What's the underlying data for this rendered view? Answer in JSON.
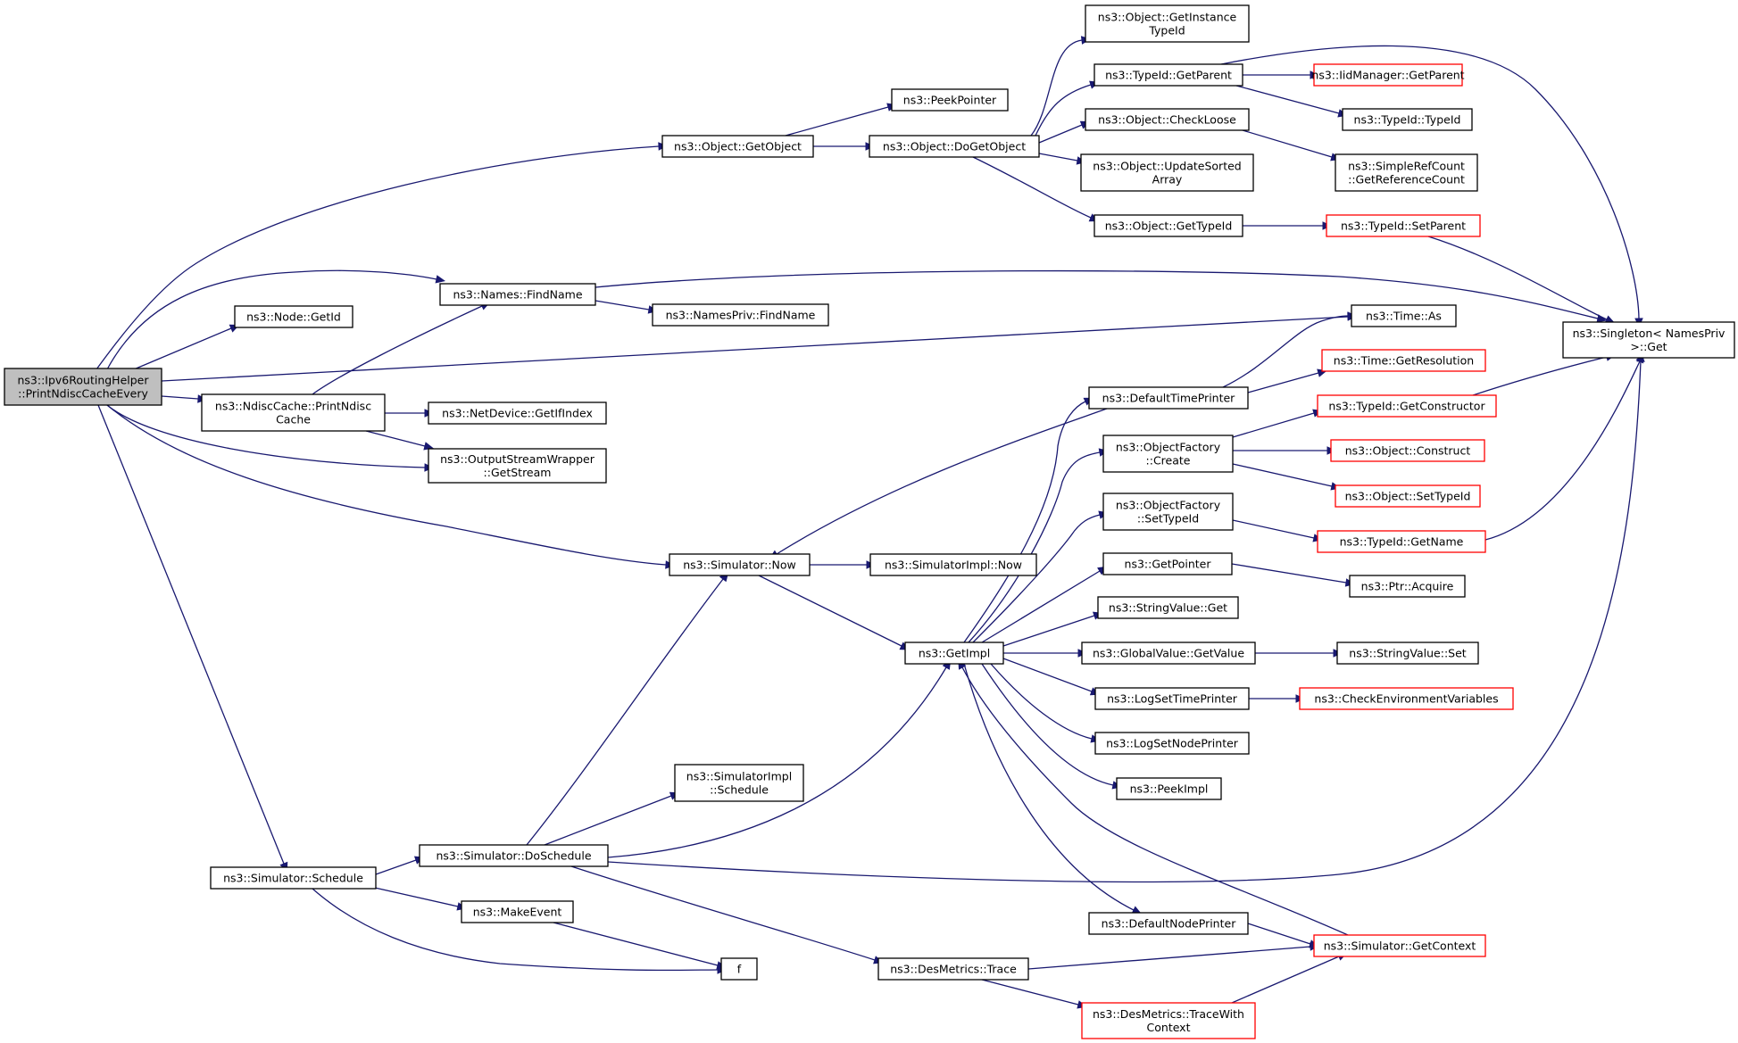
{
  "diagram": {
    "type": "call-graph",
    "colors": {
      "edge": "#191970",
      "node_border": "#000000",
      "truncated_border": "#ff0000",
      "root_fill": "#bfbfbf"
    },
    "nodes": [
      {
        "id": "root",
        "lines": [
          "ns3::Ipv6RoutingHelper",
          "::PrintNdiscCacheEvery"
        ],
        "style": "root"
      },
      {
        "id": "getobject",
        "lines": [
          "ns3::Object::GetObject"
        ]
      },
      {
        "id": "peekpointer",
        "lines": [
          "ns3::PeekPointer"
        ]
      },
      {
        "id": "dogetobject",
        "lines": [
          "ns3::Object::DoGetObject"
        ]
      },
      {
        "id": "getinstancetypeid",
        "lines": [
          "ns3::Object::GetInstance",
          "TypeId"
        ]
      },
      {
        "id": "typeid_getparent",
        "lines": [
          "ns3::TypeId::GetParent"
        ]
      },
      {
        "id": "iidmanager_getparent",
        "lines": [
          "ns3::IidManager::GetParent"
        ],
        "style": "truncated"
      },
      {
        "id": "typeid_typeid",
        "lines": [
          "ns3::TypeId::TypeId"
        ]
      },
      {
        "id": "checkloose",
        "lines": [
          "ns3::Object::CheckLoose"
        ]
      },
      {
        "id": "simplerefcount",
        "lines": [
          "ns3::SimpleRefCount",
          "::GetReferenceCount"
        ]
      },
      {
        "id": "updatesortedarray",
        "lines": [
          "ns3::Object::UpdateSorted",
          "Array"
        ]
      },
      {
        "id": "object_gettypeid",
        "lines": [
          "ns3::Object::GetTypeId"
        ]
      },
      {
        "id": "typeid_setparent",
        "lines": [
          "ns3::TypeId::SetParent"
        ],
        "style": "truncated"
      },
      {
        "id": "singleton_get",
        "lines": [
          "ns3::Singleton< NamesPriv",
          " >::Get"
        ]
      },
      {
        "id": "names_findname",
        "lines": [
          "ns3::Names::FindName"
        ]
      },
      {
        "id": "namespriv_findname",
        "lines": [
          "ns3::NamesPriv::FindName"
        ]
      },
      {
        "id": "node_getid",
        "lines": [
          "ns3::Node::GetId"
        ]
      },
      {
        "id": "time_as",
        "lines": [
          "ns3::Time::As"
        ]
      },
      {
        "id": "time_getresolution",
        "lines": [
          "ns3::Time::GetResolution"
        ],
        "style": "truncated"
      },
      {
        "id": "ndisccache_print",
        "lines": [
          "ns3::NdiscCache::PrintNdisc",
          "Cache"
        ]
      },
      {
        "id": "netdevice_getifindex",
        "lines": [
          "ns3::NetDevice::GetIfIndex"
        ]
      },
      {
        "id": "outputstream_getstream",
        "lines": [
          "ns3::OutputStreamWrapper",
          "::GetStream"
        ]
      },
      {
        "id": "defaulttimeprinter",
        "lines": [
          "ns3::DefaultTimePrinter"
        ]
      },
      {
        "id": "typeid_getconstructor",
        "lines": [
          "ns3::TypeId::GetConstructor"
        ],
        "style": "truncated"
      },
      {
        "id": "objectfactory_create",
        "lines": [
          "ns3::ObjectFactory",
          "::Create"
        ]
      },
      {
        "id": "object_construct",
        "lines": [
          "ns3::Object::Construct"
        ],
        "style": "truncated"
      },
      {
        "id": "object_settypeid",
        "lines": [
          "ns3::Object::SetTypeId"
        ],
        "style": "truncated"
      },
      {
        "id": "objectfactory_settypeid",
        "lines": [
          "ns3::ObjectFactory",
          "::SetTypeId"
        ]
      },
      {
        "id": "typeid_getname",
        "lines": [
          "ns3::TypeId::GetName"
        ],
        "style": "truncated"
      },
      {
        "id": "simulator_now",
        "lines": [
          "ns3::Simulator::Now"
        ]
      },
      {
        "id": "simulatorimpl_now",
        "lines": [
          "ns3::SimulatorImpl::Now"
        ]
      },
      {
        "id": "getpointer",
        "lines": [
          "ns3::GetPointer"
        ]
      },
      {
        "id": "ptr_acquire",
        "lines": [
          "ns3::Ptr::Acquire"
        ]
      },
      {
        "id": "stringvalue_get",
        "lines": [
          "ns3::StringValue::Get"
        ]
      },
      {
        "id": "getimpl",
        "lines": [
          "ns3::GetImpl"
        ]
      },
      {
        "id": "globalvalue_getvalue",
        "lines": [
          "ns3::GlobalValue::GetValue"
        ]
      },
      {
        "id": "stringvalue_set",
        "lines": [
          "ns3::StringValue::Set"
        ]
      },
      {
        "id": "logsettimeprinter",
        "lines": [
          "ns3::LogSetTimePrinter"
        ]
      },
      {
        "id": "checkenvvars",
        "lines": [
          "ns3::CheckEnvironmentVariables"
        ],
        "style": "truncated"
      },
      {
        "id": "logsetnodeprinter",
        "lines": [
          "ns3::LogSetNodePrinter"
        ]
      },
      {
        "id": "simulatorimpl_schedule",
        "lines": [
          "ns3::SimulatorImpl",
          "::Schedule"
        ]
      },
      {
        "id": "peekimpl",
        "lines": [
          "ns3::PeekImpl"
        ]
      },
      {
        "id": "simulator_doschedule",
        "lines": [
          "ns3::Simulator::DoSchedule"
        ]
      },
      {
        "id": "simulator_schedule",
        "lines": [
          "ns3::Simulator::Schedule"
        ]
      },
      {
        "id": "makeevent",
        "lines": [
          "ns3::MakeEvent"
        ]
      },
      {
        "id": "defaultnodeprinter",
        "lines": [
          "ns3::DefaultNodePrinter"
        ]
      },
      {
        "id": "simulator_getcontext",
        "lines": [
          "ns3::Simulator::GetContext"
        ],
        "style": "truncated"
      },
      {
        "id": "f",
        "lines": [
          "f"
        ]
      },
      {
        "id": "desmetrics_trace",
        "lines": [
          "ns3::DesMetrics::Trace"
        ]
      },
      {
        "id": "desmetrics_tracewithcontext",
        "lines": [
          "ns3::DesMetrics::TraceWith",
          "Context"
        ],
        "style": "truncated"
      }
    ]
  }
}
